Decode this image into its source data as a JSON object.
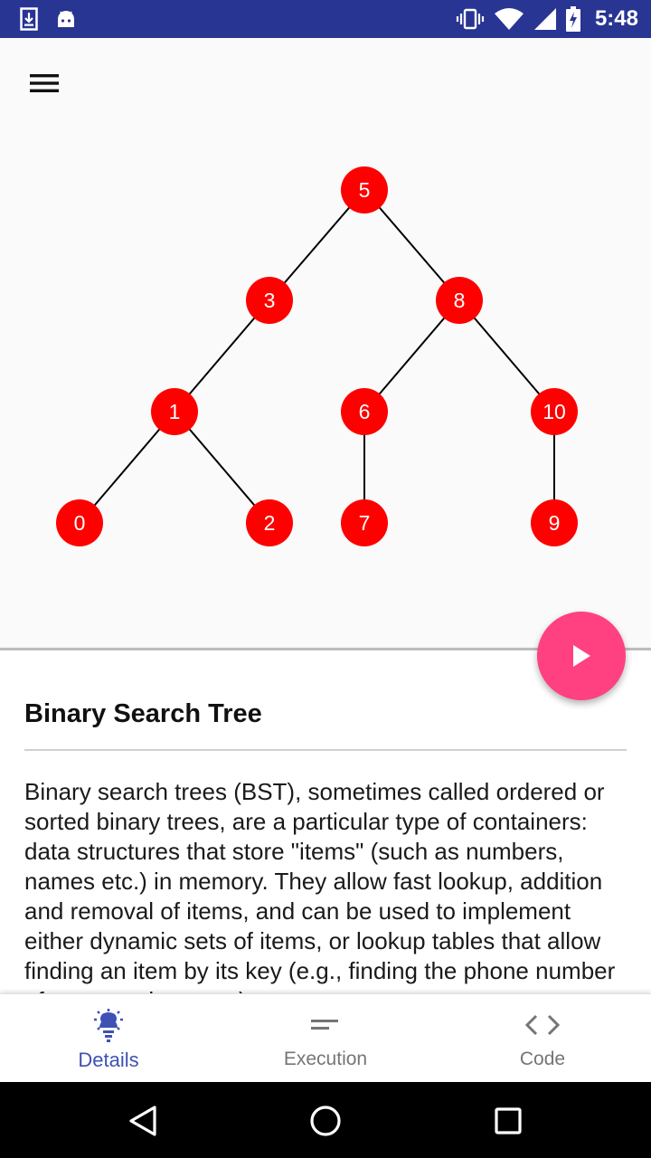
{
  "status_bar": {
    "time": "5:48",
    "icons": [
      "download-icon",
      "android-icon",
      "vibrate-icon",
      "wifi-icon",
      "signal-icon",
      "battery-charging-icon"
    ]
  },
  "toolbar": {
    "menu_icon": "hamburger-menu-icon"
  },
  "tree": {
    "node_color": "#ff0000",
    "text_color": "#ffffff",
    "nodes": [
      {
        "label": "5"
      },
      {
        "label": "3"
      },
      {
        "label": "8"
      },
      {
        "label": "1"
      },
      {
        "label": "6"
      },
      {
        "label": "10"
      },
      {
        "label": "0"
      },
      {
        "label": "2"
      },
      {
        "label": "7"
      },
      {
        "label": "9"
      }
    ]
  },
  "fab": {
    "icon": "play-icon",
    "color": "#ff4081"
  },
  "details": {
    "title": "Binary Search Tree",
    "body": "Binary search trees (BST), sometimes called ordered or sorted binary trees, are a particular type of containers: data structures that store \"items\" (such as numbers, names etc.) in memory. They allow fast lookup, addition and removal of items, and can be used to implement either dynamic sets of items, or lookup tables that allow finding an item by its key (e.g., finding the phone number of a person by name)."
  },
  "bottom_nav": {
    "accent": "#3f51b5",
    "items": [
      {
        "label": "Details",
        "icon": "lightbulb-icon",
        "active": true
      },
      {
        "label": "Execution",
        "icon": "lines-icon",
        "active": false
      },
      {
        "label": "Code",
        "icon": "code-icon",
        "active": false
      }
    ]
  },
  "system_nav": {
    "icons": [
      "back-icon",
      "home-icon",
      "recents-icon"
    ]
  }
}
